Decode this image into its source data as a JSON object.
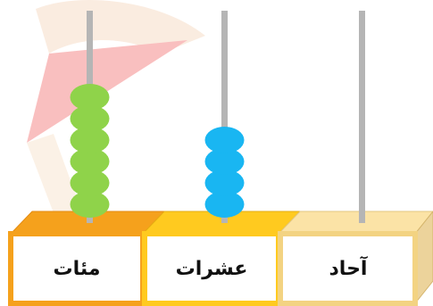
{
  "abacus": {
    "columns": [
      {
        "key": "hundreds",
        "label": "مئات",
        "bead_count": 6,
        "bead_color": "#8fd34a",
        "box_color": "#f5a11c"
      },
      {
        "key": "tens",
        "label": "عشرات",
        "bead_count": 4,
        "bead_color": "#19b6f2",
        "box_color": "#ffca1f"
      },
      {
        "key": "ones",
        "label": "آحاد",
        "bead_count": 0,
        "bead_color": "#19b6f2",
        "box_color": "#fbe3a6"
      }
    ],
    "rod_color": "#b5b5b5",
    "watermark_color": "#e82a2a"
  }
}
